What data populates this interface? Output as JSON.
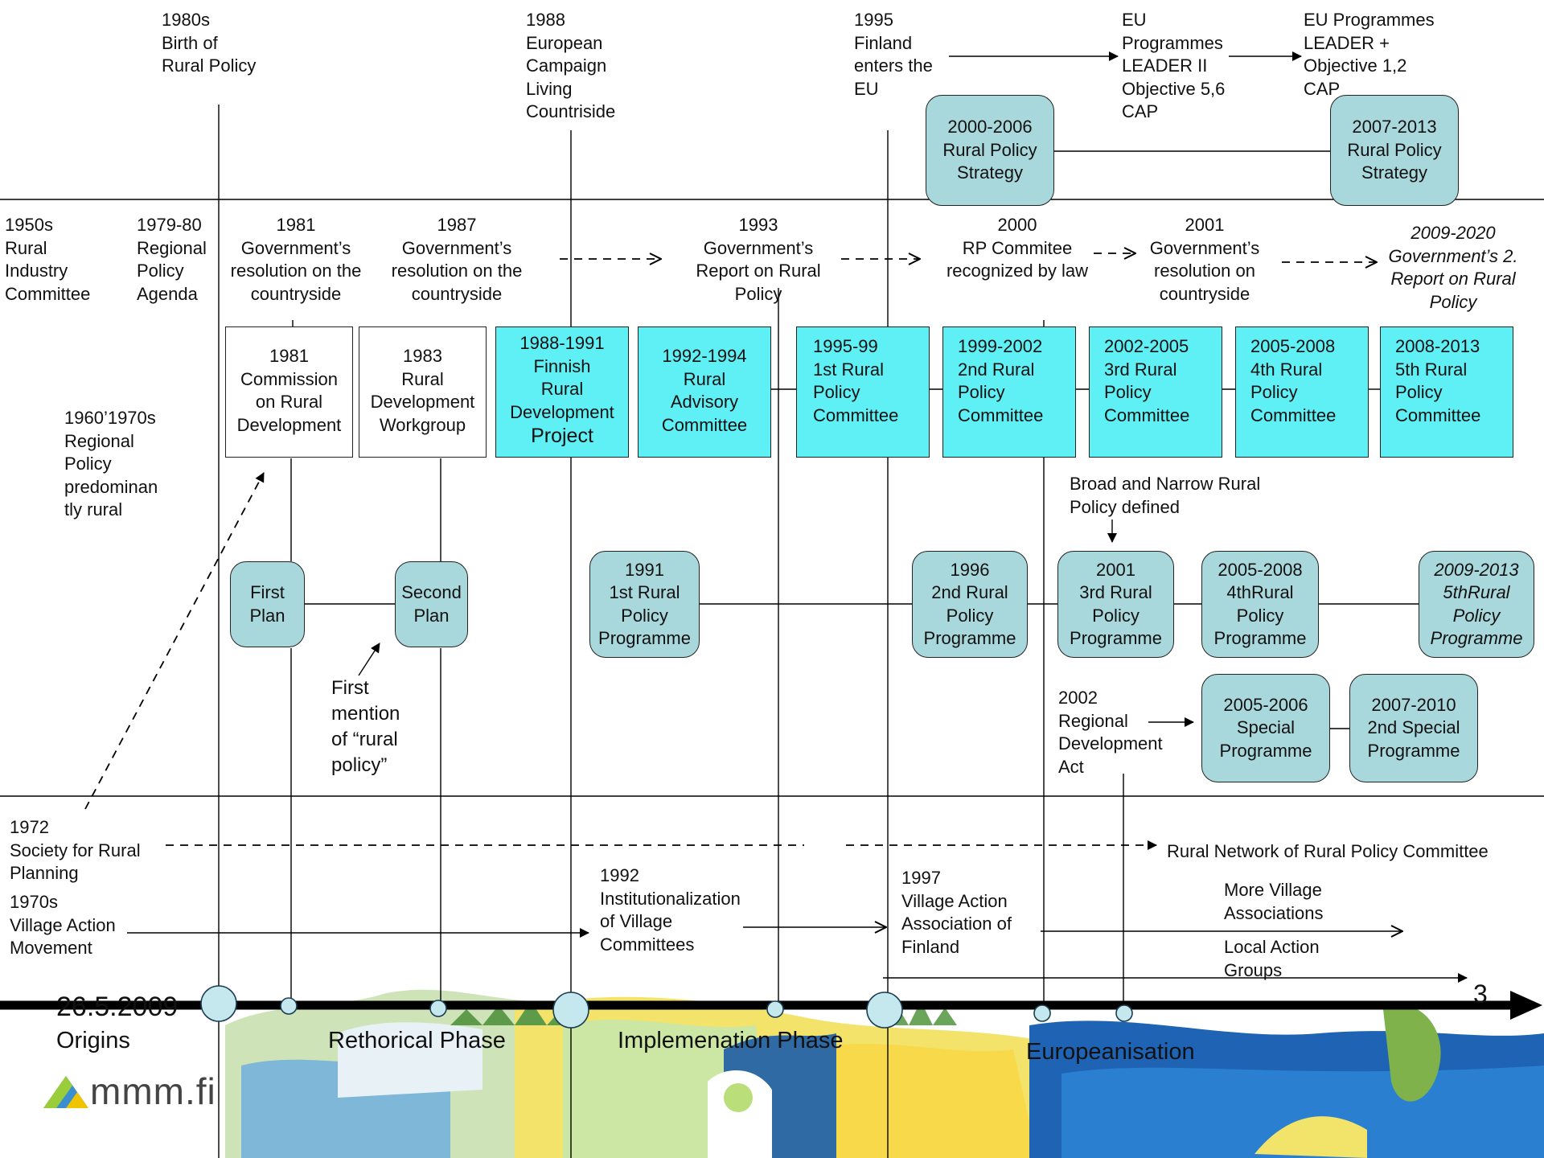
{
  "top": {
    "t1980": "1980s\nBirth of\nRural Policy",
    "t1988": "1988\nEuropean\nCampaign\nLiving\nCountriside",
    "t1995": "1995\nFinland\nenters the\nEU",
    "eu1": "EU\nProgrammes\nLEADER II\nObjective 5,6\nCAP",
    "eu2": "EU Programmes\nLEADER +\nObjective 1,2\nCAP",
    "s2000": "2000-2006\nRural Policy\nStrategy",
    "s2007": "2007-2013\nRural Policy\nStrategy"
  },
  "row2": {
    "a": "1950s\nRural\nIndustry\nCommittee",
    "b": "1979-80\nRegional\nPolicy\nAgenda",
    "c": "1981\nGovernment’s\nresolution on the\ncountryside",
    "d": "1987\nGovernment’s\nresolution on the\ncountryside",
    "e": "1993\nGovernment’s\nReport on Rural\nPolicy",
    "f": "2000\nRP Commitee\nrecognized by law",
    "g": "2001\nGovernment’s\nresolution on\ncountryside",
    "h": "2009-2020\nGovernment’s 2.\nReport on Rural\nPolicy"
  },
  "committees": {
    "w1": "1981\nCommission\non Rural\nDevelopment",
    "w2": "1983\nRural\nDevelopment\nWorkgroup",
    "c1": "1988-1991\nFinnish\nRural\nDevelopment",
    "c1b": "Project",
    "c2": "1992-1994\nRural\nAdvisory\nCommittee",
    "c3": "1995-99\n1st Rural\nPolicy\nCommittee",
    "c4": "1999-2002\n2nd Rural\nPolicy\nCommittee",
    "c5": "2002-2005\n3rd Rural\nPolicy\nCommittee",
    "c6": "2005-2008\n4th Rural\nPolicy\nCommittee",
    "c7": "2008-2013\n5th Rural\nPolicy\nCommittee"
  },
  "side": {
    "regional": "1960’1970s\nRegional\nPolicy\npredominan\ntly rural",
    "broad": "Broad and Narrow Rural\nPolicy defined",
    "first_mention": "First\nmention\nof “rural\npolicy”",
    "act": "2002\nRegional\nDevelopment\nAct"
  },
  "programmes": {
    "p1": "First\nPlan",
    "p2": "Second\nPlan",
    "p3": "1991\n1st Rural\nPolicy\nProgramme",
    "p4": "1996\n2nd Rural\nPolicy\nProgramme",
    "p5": "2001\n3rd Rural\nPolicy\nProgramme",
    "p6": "2005-2008\n4thRural\nPolicy\nProgramme",
    "p7": "2009-2013\n5thRural\nPolicy\nProgramme",
    "s1": "2005-2006\nSpecial\nProgramme",
    "s2": "2007-2010\n2nd Special\nProgramme"
  },
  "bottom": {
    "society": "1972\nSociety for Rural\nPlanning",
    "village": "1970s\nVillage Action\nMovement",
    "inst": "1992\nInstitutionalization\nof Village\nCommittees",
    "vaa": "1997\nVillage Action\nAssociation of\nFinland",
    "network": "Rural Network of Rural Policy Committee",
    "more": "More Village\nAssociations",
    "lag": "Local Action\nGroups"
  },
  "timeline": {
    "date": "26.5.2009",
    "page": "3",
    "phases": [
      "Origins",
      "Rethorical Phase",
      "Implemenation Phase",
      "Europeanisation"
    ]
  },
  "logo": {
    "text": "mmm.fi"
  }
}
